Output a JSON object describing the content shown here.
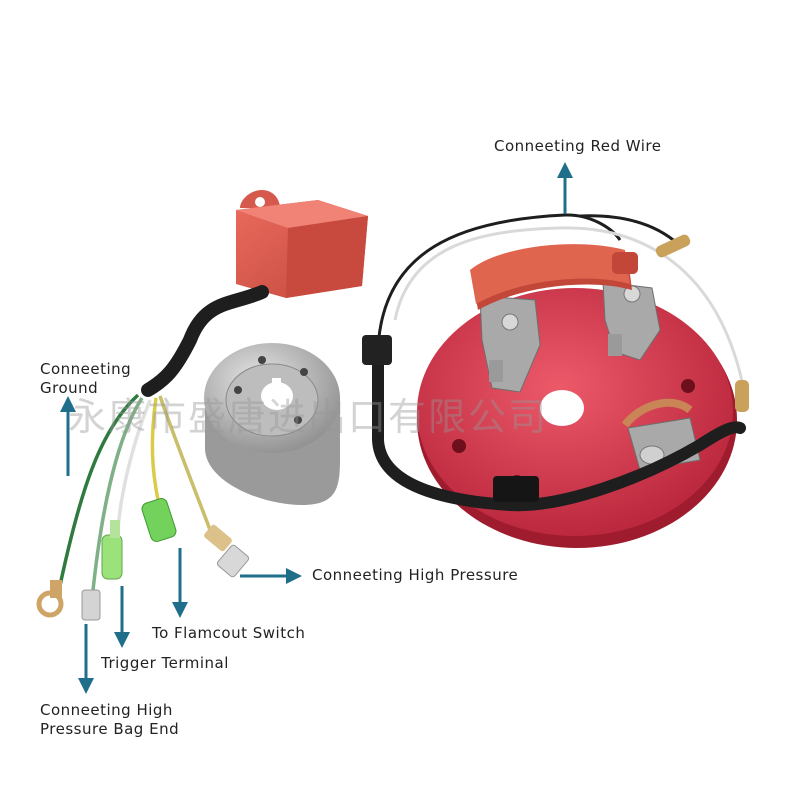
{
  "labels": {
    "red_wire": "Conneeting Red Wire",
    "ground_line1": "Conneeting",
    "ground_line2": "Ground",
    "high_pressure": "Conneeting High Pressure",
    "flamout": "To Flamcout Switch",
    "trigger": "Trigger Terminal",
    "bag_end_line1": "Conneeting High",
    "bag_end_line2": "Pressure Bag End"
  },
  "watermark": "永康市盛唐进出口有限公司",
  "colors": {
    "arrow": "#1f6f8b",
    "ignition_coil_red": "#d9574b",
    "stator_plate": "#d63a4c",
    "flywheel": "#c7c7c7",
    "cable_black": "#1e1e1e"
  }
}
